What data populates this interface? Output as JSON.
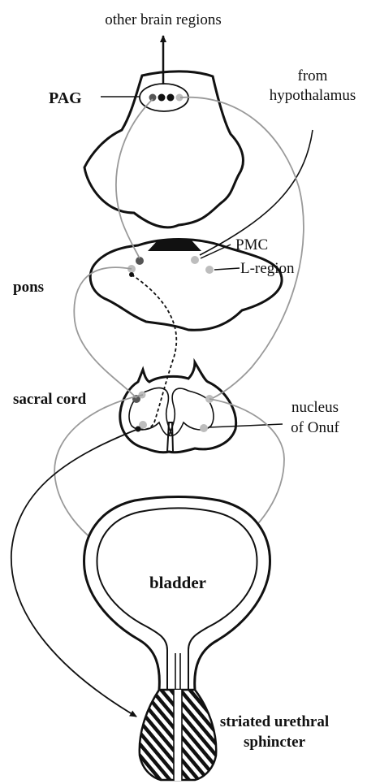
{
  "labels": {
    "other_brain_regions": "other brain regions",
    "pag": "PAG",
    "from": "from",
    "hypothalamus": "hypothalamus",
    "pmc": "PMC",
    "l_region": "L-region",
    "pons": "pons",
    "sacral_cord": "sacral cord",
    "nucleus": "nucleus",
    "of_onuf": "of Onuf",
    "bladder": "bladder",
    "striated_urethral": "striated urethral",
    "sphincter": "sphincter"
  },
  "colors": {
    "outline": "#111111",
    "gray_pathway": "#9a9a9a",
    "dark_nucleus": "#555555",
    "light_nucleus": "#bdbdbd",
    "black_nucleus": "#111111"
  }
}
